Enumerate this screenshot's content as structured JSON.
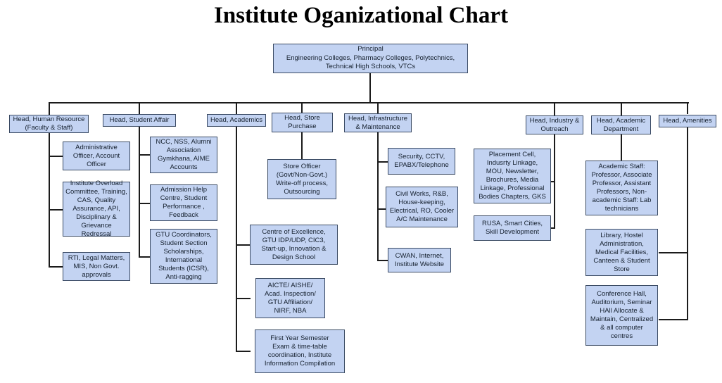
{
  "title": "Institute Oganizational Chart",
  "colors": {
    "node_fill": "#c3d3f2",
    "node_border": "#3a4a63",
    "connector": "#1b1b1b",
    "text": "#15202e",
    "title": "#000000",
    "background": "#ffffff"
  },
  "chart_data": {
    "type": "diagram",
    "diagram_type": "organizational-chart",
    "title": "Institute Oganizational Chart",
    "root": {
      "id": "principal",
      "label": "Principal\nEngineering Colleges, Pharmacy Colleges, Polytechnics,\nTechnical High Schools, VTCs"
    },
    "departments": [
      {
        "id": "human-resource",
        "head": "Head, Human Resource\n(Faculty & Staff)",
        "children": [
          "Administrative\nOfficer, Account\nOfficer",
          "Institute Overload\nCommittee, Training,\nCAS, Quality\nAssurance, API,\nDisciplinary &\nGrievance Redressal",
          "RTI, Legal Matters,\nMIS, Non Govt.\napprovals"
        ]
      },
      {
        "id": "student-affair",
        "head": "Head, Student Affair",
        "children": [
          "NCC, NSS, Alumni\nAssociation\nGymkhana,  AIME\nAccounts",
          "Admission Help\nCentre, Student\nPerformance ,\nFeedback",
          "GTU Coordinators,\nStudent Section\nScholarships,\nInternational\nStudents (ICSR),\nAnti-ragging"
        ]
      },
      {
        "id": "academics",
        "head": "Head, Academics",
        "children": [
          "Centre of Excellence,\nGTU IDP/UDP, CIC3,\nStart-up, Innovation &\nDesign School",
          "AICTE/ AISHE/\nAcad. Inspection/\nGTU Affiliation/\nNIRF, NBA",
          "First Year Semester\nExam & time-table\ncoordination, Institute\nInformation Compilation"
        ]
      },
      {
        "id": "store-purchase",
        "head": "Head, Store\nPurchase",
        "children": [
          "Store Officer\n(Govt/Non-Govt.)\nWrite-off process,\nOutsourcing"
        ]
      },
      {
        "id": "infrastructure",
        "head": "Head, Infrastructure\n& Maintenance",
        "children": [
          "Security, CCTV,\nEPABX/Telephone",
          "Civil Works, R&B,\nHouse-keeping,\nElectrical, RO, Cooler\nA/C Maintenance",
          "CWAN, Internet,\nInstitute Website"
        ]
      },
      {
        "id": "industry-outreach",
        "head": "Head, Industry &\nOutreach",
        "children": [
          "Placement Cell,\nIndusrty Linkage,\nMOU, Newsletter,\nBrochures, Media\nLinkage, Professional\nBodies Chapters, GKS",
          "RUSA, Smart Cities,\nSkill Development"
        ]
      },
      {
        "id": "academic-department",
        "head": "Head, Academic\nDepartment",
        "children": [
          "Academic Staff:\nProfessor, Associate\nProfessor, Assistant\nProfessors, Non-\nacademic Staff: Lab\ntechnicians"
        ]
      },
      {
        "id": "amenities",
        "head": "Head, Amenities",
        "children": [
          "Library, Hostel\nAdministration,\nMedical Facilities,\nCanteen & Student\nStore",
          "Conference Hall,\nAuditorium, Seminar\nHAll Allocate &\nMaintain, Centralized\n& all computer\ncentres"
        ]
      }
    ]
  }
}
